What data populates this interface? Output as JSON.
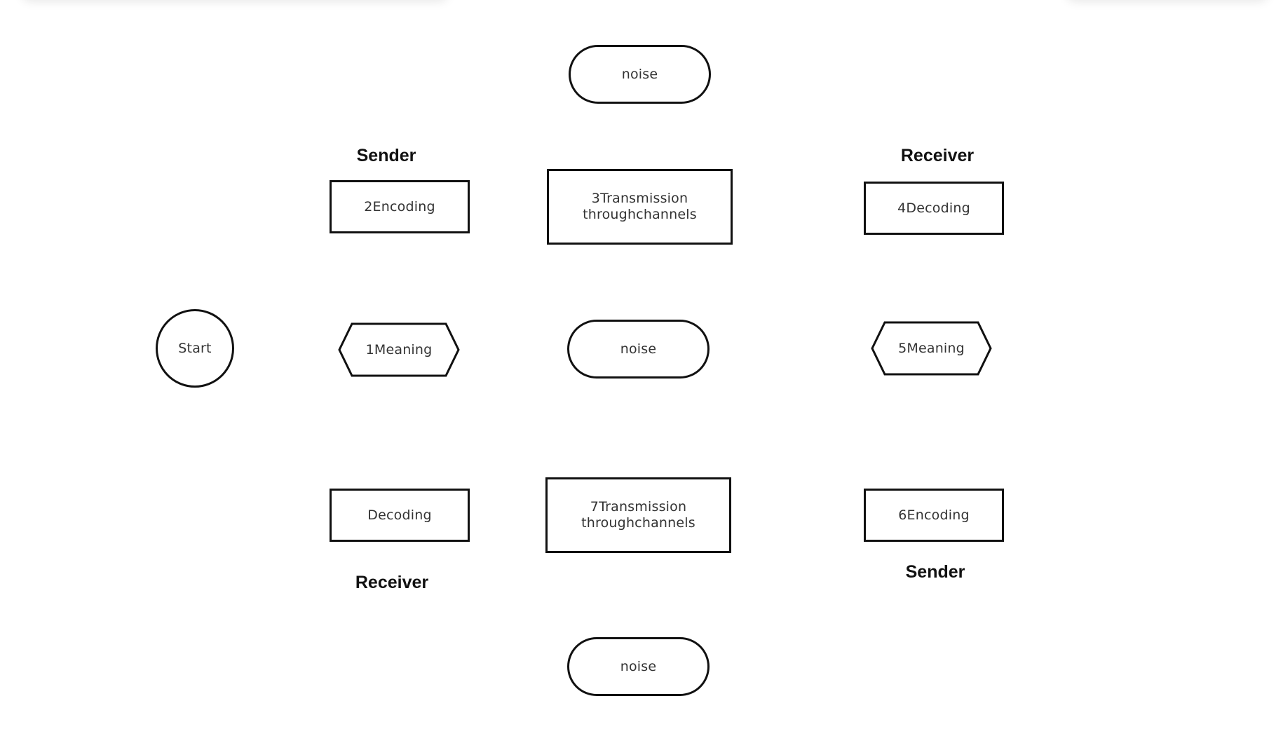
{
  "diagram": {
    "start": {
      "label": "Start"
    },
    "labels": {
      "sender_top": "Sender",
      "receiver_top": "Receiver",
      "receiver_bottom": "Receiver",
      "sender_bottom": "Sender"
    },
    "nodes": {
      "noise_top": "noise",
      "encoding_2": "2Encoding",
      "transmission_3": [
        "3Transmission",
        "throughchannels"
      ],
      "decoding_4": "4Decoding",
      "meaning_1": "1Meaning",
      "noise_middle": "noise",
      "meaning_5": "5Meaning",
      "decoding_left": "Decoding",
      "transmission_7": [
        "7Transmission",
        "throughchannels"
      ],
      "encoding_6": "6Encoding",
      "noise_bottom": "noise"
    }
  }
}
